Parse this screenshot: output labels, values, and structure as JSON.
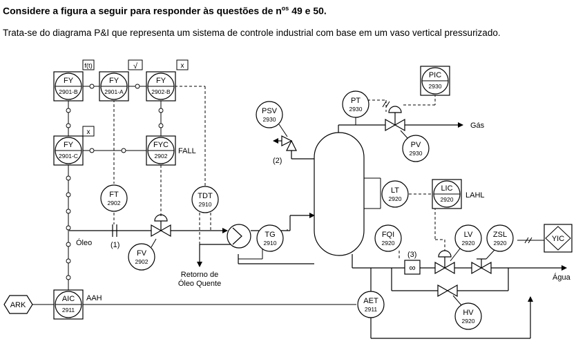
{
  "header": {
    "title_pre": "Considere a figura a seguir para responder às questões de n",
    "title_sup": "os",
    "title_post": " 49 e 50.",
    "intro": "Trata-se do diagrama P&I que representa um sistema de controle industrial com base em um vaso vertical pressurizado."
  },
  "instruments": {
    "fy2901b": {
      "tag": "FY",
      "num": "2901-B"
    },
    "fy2901a": {
      "tag": "FY",
      "num": "2901-A"
    },
    "fy2902b": {
      "tag": "FY",
      "num": "2902-B"
    },
    "fy2901c": {
      "tag": "FY",
      "num": "2901-C"
    },
    "fyc2902": {
      "tag": "FYC",
      "num": "2902"
    },
    "ft2902": {
      "tag": "FT",
      "num": "2902"
    },
    "tdt2910": {
      "tag": "TDT",
      "num": "2910"
    },
    "fv2902": {
      "tag": "FV",
      "num": "2902"
    },
    "tg2910": {
      "tag": "TG",
      "num": "2910"
    },
    "psv2930": {
      "tag": "PSV",
      "num": "2930"
    },
    "pt2930": {
      "tag": "PT",
      "num": "2930"
    },
    "pic2930": {
      "tag": "PIC",
      "num": "2930"
    },
    "pv2930": {
      "tag": "PV",
      "num": "2930"
    },
    "lt2920": {
      "tag": "LT",
      "num": "2920"
    },
    "lic2920": {
      "tag": "LIC",
      "num": "2920"
    },
    "fqi2920": {
      "tag": "FQI",
      "num": "2920"
    },
    "lv2920": {
      "tag": "LV",
      "num": "2920"
    },
    "zsl2920": {
      "tag": "ZSL",
      "num": "2920"
    },
    "aet2911": {
      "tag": "AET",
      "num": "2911"
    },
    "aic2911": {
      "tag": "AIC",
      "num": "2911"
    },
    "hv2920": {
      "tag": "HV",
      "num": "2920"
    }
  },
  "function_blocks": {
    "fx": "f(t)",
    "sqrt": "√",
    "mult1": "x",
    "mult2": "x"
  },
  "labels": {
    "fall": "FALL",
    "lahl": "LAHL",
    "aah": "AAH",
    "oleo": "Óleo",
    "retorno_1": "Retorno de",
    "retorno_2": "Óleo Quente",
    "gas": "Gás",
    "agua": "Água",
    "note1": "(1)",
    "note2": "(2)",
    "note3": "(3)",
    "ark": "ARK",
    "yic": "YIC"
  }
}
